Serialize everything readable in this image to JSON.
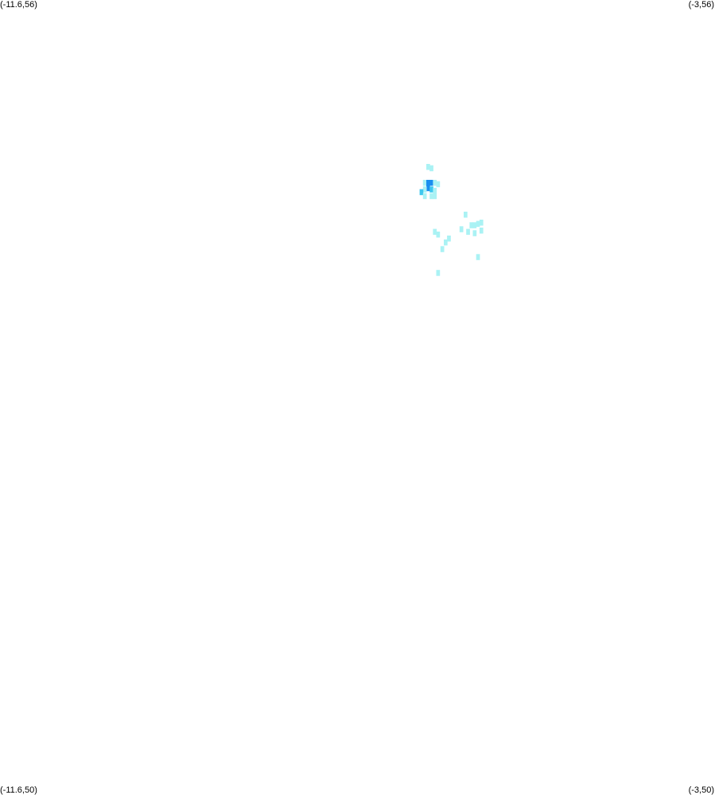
{
  "corners": {
    "top_left": "(-11.6,56)",
    "top_right": "(-3,56)",
    "bottom_left": "(-11.6,50)",
    "bottom_right": "(-3,50)"
  },
  "colors": {
    "background": "#ffffff",
    "light": "#aaf2f4",
    "medium": "#3fc8ef",
    "dark": "#1a8ff0"
  },
  "chart_data": {
    "type": "heatmap",
    "bounds": {
      "lon": [
        -11.6,
        -3
      ],
      "lat": [
        50,
        56
      ]
    },
    "cell_size_deg": 0.045,
    "cells": [
      {
        "lon": -6.45,
        "lat": 54.74,
        "level": "light"
      },
      {
        "lon": -6.41,
        "lat": 54.73,
        "level": "light"
      },
      {
        "lon": -6.49,
        "lat": 54.62,
        "level": "light"
      },
      {
        "lon": -6.45,
        "lat": 54.62,
        "level": "dark"
      },
      {
        "lon": -6.41,
        "lat": 54.62,
        "level": "dark"
      },
      {
        "lon": -6.37,
        "lat": 54.62,
        "level": "light"
      },
      {
        "lon": -6.33,
        "lat": 54.61,
        "level": "light"
      },
      {
        "lon": -6.45,
        "lat": 54.58,
        "level": "dark"
      },
      {
        "lon": -6.49,
        "lat": 54.57,
        "level": "light"
      },
      {
        "lon": -6.41,
        "lat": 54.57,
        "level": "medium"
      },
      {
        "lon": -6.37,
        "lat": 54.56,
        "level": "light"
      },
      {
        "lon": -6.53,
        "lat": 54.55,
        "level": "medium"
      },
      {
        "lon": -6.49,
        "lat": 54.52,
        "level": "light"
      },
      {
        "lon": -6.37,
        "lat": 54.52,
        "level": "light"
      },
      {
        "lon": -6.41,
        "lat": 54.52,
        "level": "light"
      },
      {
        "lon": -6.37,
        "lat": 54.25,
        "level": "light"
      },
      {
        "lon": -6.33,
        "lat": 54.23,
        "level": "light"
      },
      {
        "lon": -6.2,
        "lat": 54.2,
        "level": "light"
      },
      {
        "lon": -6.24,
        "lat": 54.17,
        "level": "light"
      },
      {
        "lon": -6.28,
        "lat": 54.12,
        "level": "light"
      },
      {
        "lon": -6.33,
        "lat": 53.94,
        "level": "light"
      },
      {
        "lon": -6.05,
        "lat": 54.27,
        "level": "light"
      },
      {
        "lon": -5.97,
        "lat": 54.25,
        "level": "light"
      },
      {
        "lon": -5.93,
        "lat": 54.3,
        "level": "light"
      },
      {
        "lon": -5.89,
        "lat": 54.3,
        "level": "light"
      },
      {
        "lon": -5.85,
        "lat": 54.31,
        "level": "light"
      },
      {
        "lon": -5.81,
        "lat": 54.32,
        "level": "light"
      },
      {
        "lon": -5.89,
        "lat": 54.24,
        "level": "light"
      },
      {
        "lon": -6.0,
        "lat": 54.38,
        "level": "light"
      },
      {
        "lon": -5.81,
        "lat": 54.26,
        "level": "light"
      },
      {
        "lon": -5.85,
        "lat": 54.06,
        "level": "light"
      }
    ]
  }
}
